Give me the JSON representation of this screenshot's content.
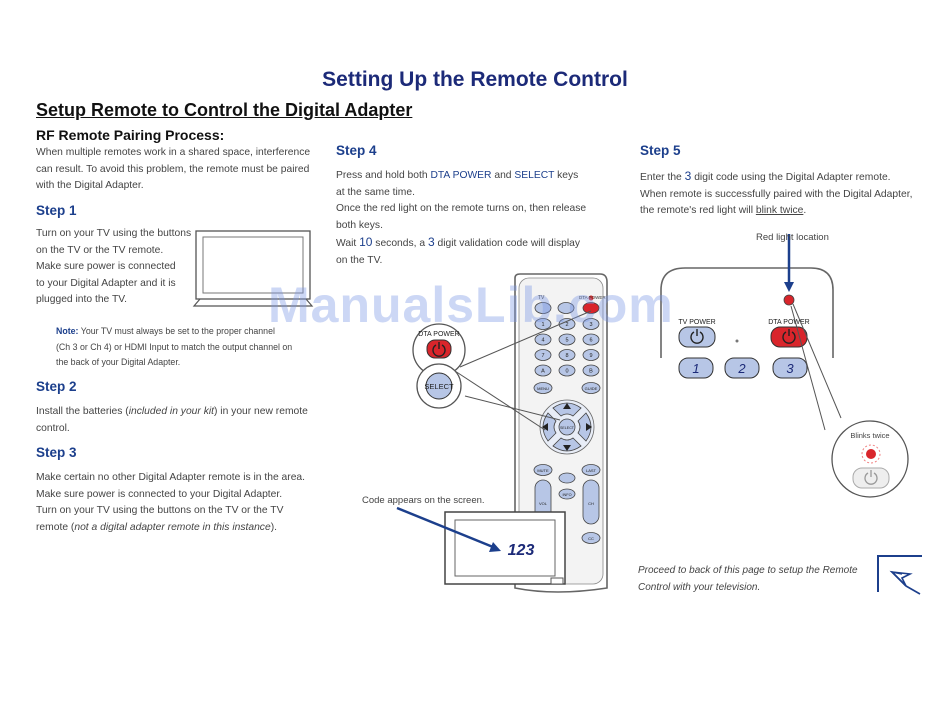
{
  "header": {
    "title": "Setting Up the Remote Control",
    "subtitle": "Setup Remote to Control the Digital Adapter",
    "section": "RF Remote Pairing Process:"
  },
  "intro": [
    "When multiple remotes work in a shared space, interference",
    "can result. To avoid this problem, the remote must be paired",
    "with the Digital Adapter."
  ],
  "step1": {
    "label": "Step 1",
    "lines": [
      "Turn on your TV using the buttons",
      "on the TV or the TV remote.",
      "Make sure power is connected",
      "to your Digital Adapter and it is",
      "plugged into the TV."
    ],
    "note_label": "Note:",
    "note_lines": [
      "Your TV must always be set to the proper channel",
      "(Ch 3 or Ch 4) or HDMI Input to match the output channel on",
      "the back of your Digital Adapter."
    ]
  },
  "step2": {
    "label": "Step 2",
    "line1_a": "Install the batteries (",
    "line1_italic": "included in your kit",
    "line1_b": ") in your new remote",
    "line2": "control."
  },
  "step3": {
    "label": "Step 3",
    "lines": [
      "Make certain no other Digital Adapter remote is in the area.",
      "Make sure power is connected to your Digital Adapter.",
      "Turn on your TV using the buttons on the TV or the TV"
    ],
    "line4_a": "remote (",
    "line4_italic": "not a digital adapter remote in this instance",
    "line4_b": ")."
  },
  "step4": {
    "label": "Step 4",
    "l1_a": "Press and hold both ",
    "l1_k1": "DTA POWER",
    "l1_mid": " and ",
    "l1_k2": "SELECT",
    "l1_b": " keys",
    "l2": "at the same time.",
    "l3": "Once the red light on the remote turns on, then release",
    "l4": "both keys.",
    "l5_a": "Wait ",
    "l5_n1": "10",
    "l5_b": " seconds, a ",
    "l5_n2": "3",
    "l5_c": " digit validation code will display",
    "l6": "on the TV."
  },
  "step5": {
    "label": "Step 5",
    "l1_a": "Enter the ",
    "l1_n": "3",
    "l1_b": " digit code using the Digital Adapter remote.",
    "l2": "When remote is successfully paired with the Digital Adapter,",
    "l3_a": "the remote's red light will ",
    "l3_u": "blink twice",
    "l3_b": "."
  },
  "diagram": {
    "dta_power": "DTA POWER",
    "select": "SELECT",
    "code_caption": "Code appears on the screen.",
    "code": "123",
    "red_light_location": "Red light location",
    "tv_power": "TV POWER",
    "dta_power_right": "DTA POWER",
    "key1": "1",
    "key2": "2",
    "key3": "3",
    "blinks_twice": "Blinks twice",
    "remote_keys": [
      "1",
      "2",
      "3",
      "4",
      "5",
      "6",
      "7",
      "8",
      "9",
      "A",
      "0",
      "B"
    ],
    "remote_tv": "TV",
    "remote_dta": "DTA POWER",
    "remote_menu": "MENU",
    "remote_guide": "GUIDE",
    "remote_select": "SELECT",
    "remote_mute": "MUTE",
    "remote_last": "LAST",
    "remote_info": "INFO",
    "remote_vol": "VOL",
    "remote_ch": "CH",
    "remote_back": "BACK",
    "remote_cc": "CC"
  },
  "watermark": "ManualsLib.com",
  "footer": [
    "Proceed to back of this page to setup the Remote",
    "Control with your television."
  ],
  "colors": {
    "title": "#1c2a78",
    "step": "#1c3f8c",
    "button_blue": "#b7c6e6",
    "power_red": "#d9252b",
    "watermark": "#7896e6"
  }
}
